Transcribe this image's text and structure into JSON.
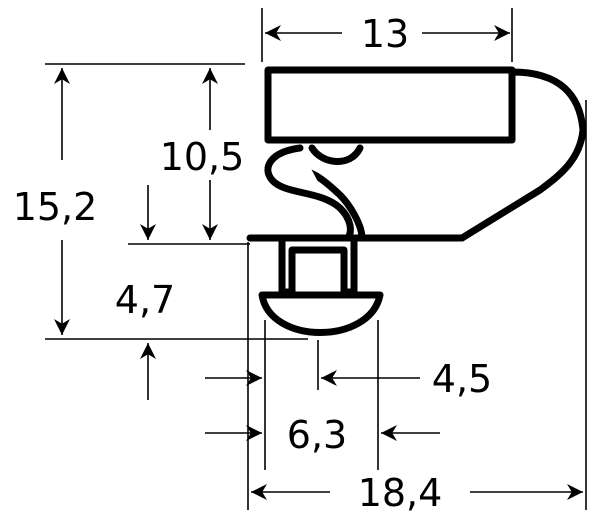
{
  "dimensions": {
    "width_top": "13",
    "height_upper": "10,5",
    "height_total": "15,2",
    "height_lower": "4,7",
    "width_stem": "4,5",
    "width_base": "6,3",
    "width_total": "18,4"
  },
  "colors": {
    "line": "#000000",
    "background": "#ffffff"
  }
}
